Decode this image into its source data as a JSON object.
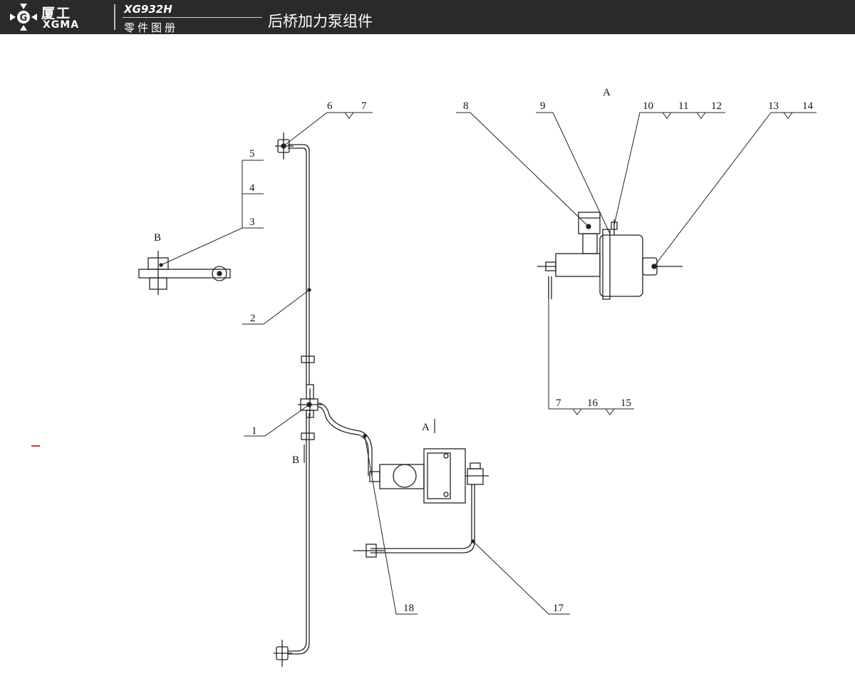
{
  "header": {
    "brand_cn": "厦工",
    "brand_en": "XGMA",
    "model": "XG932H",
    "catalog": "零件图册",
    "title": "后桥加力泵组件"
  },
  "views": {
    "view_a": "A",
    "view_b": "B"
  },
  "callouts": [
    "1",
    "2",
    "3",
    "4",
    "5",
    "6",
    "7",
    "8",
    "9",
    "10",
    "11",
    "12",
    "13",
    "14",
    "7",
    "16",
    "15",
    "17",
    "18"
  ],
  "colors": {
    "header_bg": "#2a2a2a",
    "line": "#222222",
    "accent_mark": "#c0392b"
  }
}
